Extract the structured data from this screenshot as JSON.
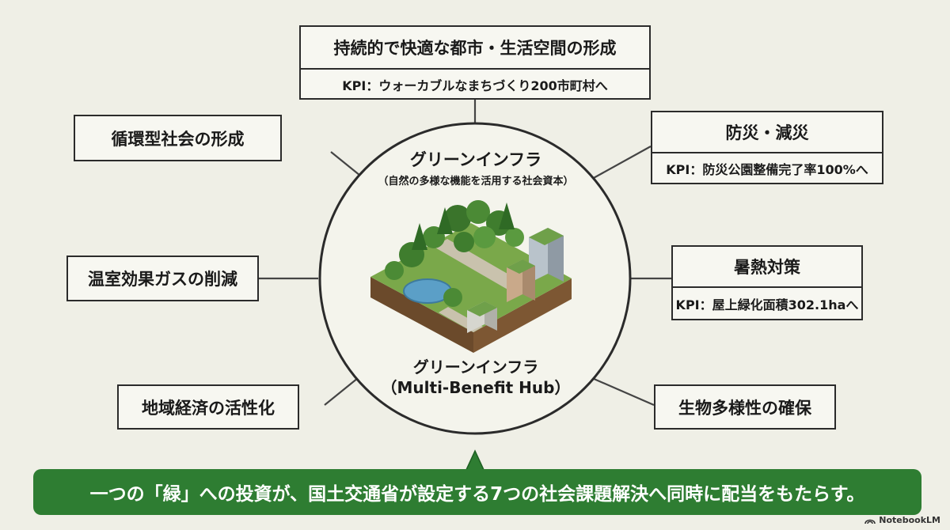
{
  "hub": {
    "top_title": "グリーンインフラ",
    "top_subtitle": "（自然の多様な機能を活用する社会資本）",
    "bottom_title": "グリーンインフラ",
    "bottom_subtitle": "（Multi-Benefit Hub）"
  },
  "nodes": {
    "top": {
      "title": "持続的で快適な都市・生活空間の形成",
      "kpi": "KPI：ウォーカブルなまちづくり200市町村へ"
    },
    "upper_left": {
      "title": "循環型社会の形成"
    },
    "upper_right": {
      "title": "防災・減災",
      "kpi": "KPI：防災公園整備完了率100%へ"
    },
    "mid_left": {
      "title": "温室効果ガスの削減"
    },
    "mid_right": {
      "title": "暑熱対策",
      "kpi": "KPI：屋上緑化面積302.1haへ"
    },
    "lower_left": {
      "title": "地域経済の活性化"
    },
    "lower_right": {
      "title": "生物多様性の確保"
    }
  },
  "banner": {
    "text": "一つの「緑」への投資が、国土交通省が設定する7つの社会課題解決へ同時に配当をもたらす。"
  },
  "watermark": {
    "text": "NotebookLM",
    "icon": "notebooklm-logo-icon"
  },
  "colors": {
    "accent_green": "#2e7d32",
    "background": "#efefe6",
    "border": "#2b2b2b"
  }
}
